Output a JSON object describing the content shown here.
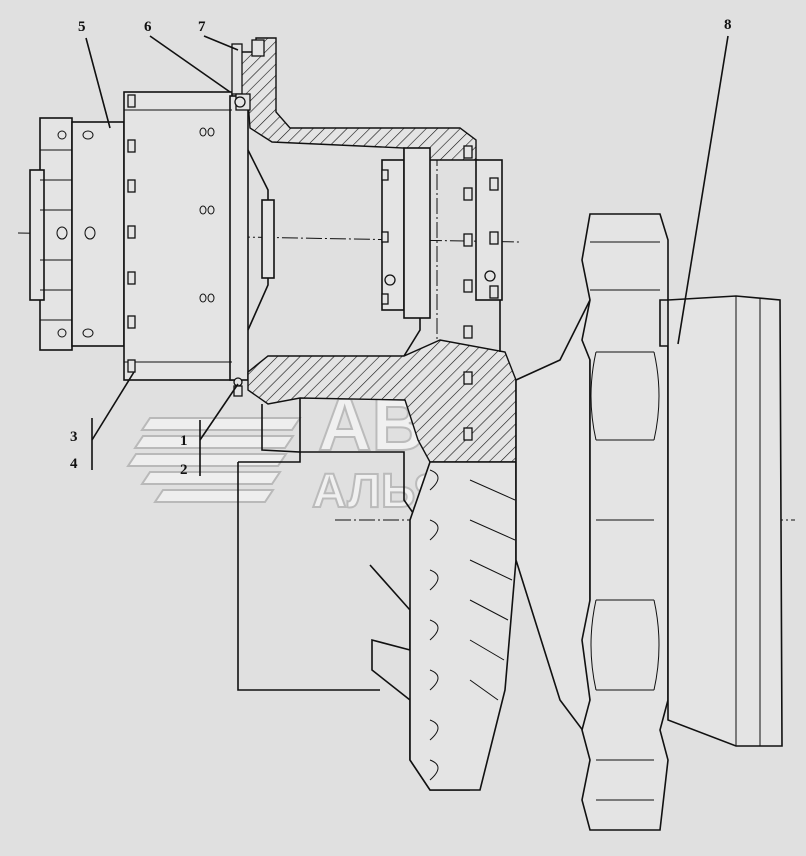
{
  "diagram": {
    "labels": {
      "l1": "1",
      "l2": "2",
      "l3": "3",
      "l4": "4",
      "l5": "5",
      "l6": "6",
      "l7": "7",
      "l8": "8"
    },
    "watermark": {
      "line1": "АВТО",
      "line2": "АЛЬЯНС"
    }
  }
}
